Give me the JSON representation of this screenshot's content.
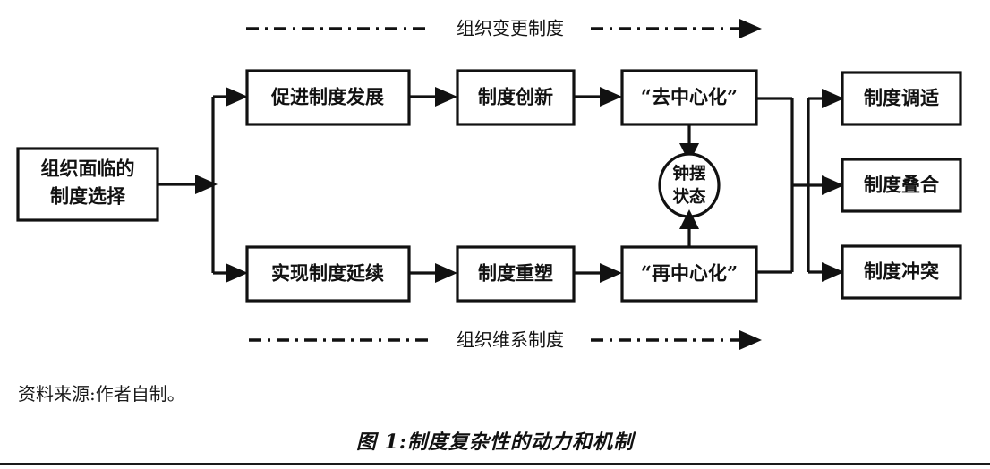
{
  "figure": {
    "caption": "图 1:制度复杂性的动力和机制",
    "source_note": "资料来源:作者自制。",
    "line_color": "#111111",
    "box_fill": "#ffffff"
  },
  "nodes": {
    "start": {
      "line1": "组织面临的",
      "line2": "制度选择"
    },
    "upper_1": {
      "label": "促进制度发展"
    },
    "upper_2": {
      "label": "制度创新"
    },
    "upper_3": {
      "label": "“去中心化”"
    },
    "lower_1": {
      "label": "实现制度延续"
    },
    "lower_2": {
      "label": "制度重塑"
    },
    "lower_3": {
      "label": "“再中心化”"
    },
    "pendulum": {
      "line1": "钟摆",
      "line2": "状态"
    },
    "outcome_1": {
      "label": "制度调适"
    },
    "outcome_2": {
      "label": "制度叠合"
    },
    "outcome_3": {
      "label": "制度冲突"
    }
  },
  "flows": {
    "top_dashed": {
      "label": "组织变更制度"
    },
    "bottom_dashed": {
      "label": "组织维系制度"
    }
  }
}
